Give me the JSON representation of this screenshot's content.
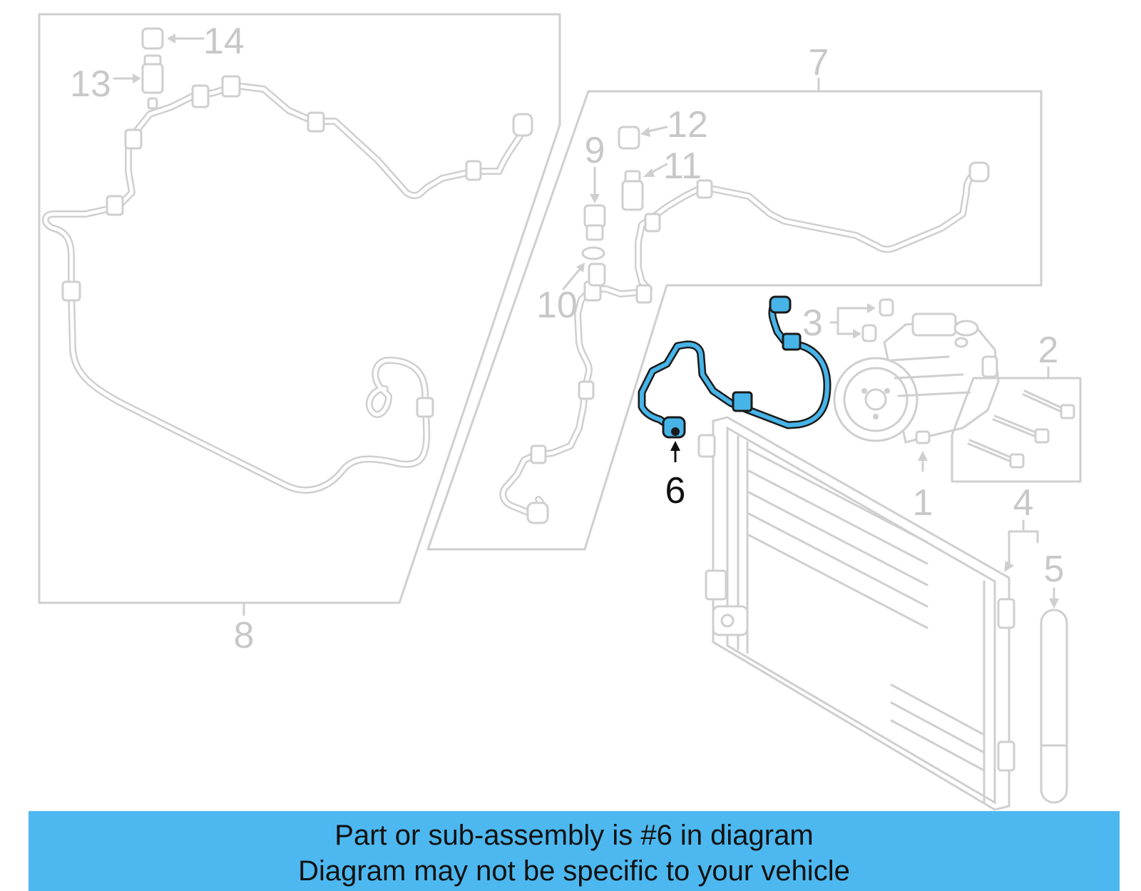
{
  "diagram": {
    "callouts": {
      "c1": "1",
      "c2": "2",
      "c3": "3",
      "c4": "4",
      "c5": "5",
      "c6": "6",
      "c7": "7",
      "c8": "8",
      "c9": "9",
      "c10": "10",
      "c11": "11",
      "c12": "12",
      "c13": "13",
      "c14": "14"
    },
    "highlighted_part": "6",
    "colors": {
      "highlight": "#47b4e8",
      "inactive_lines": "#cfcfcf",
      "banner": "#4db8f0"
    }
  },
  "banner": {
    "line1": "Part or sub-assembly is #6 in diagram",
    "line2": "Diagram may not be specific to your vehicle"
  }
}
